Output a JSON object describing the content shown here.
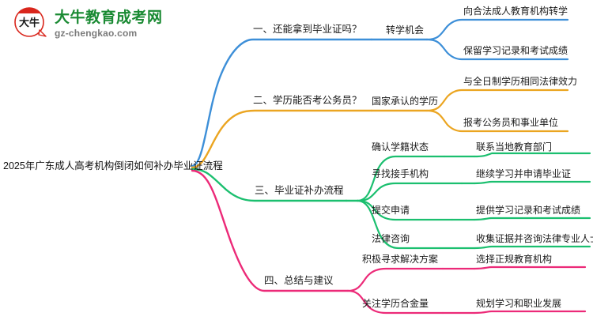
{
  "logo": {
    "icon": "dianiu-circular-badge-icon",
    "title": "大牛教育成考网",
    "domain": "gz-chengkao.com",
    "brand_green": "#1a8a33",
    "brand_red": "#d9261c"
  },
  "mindmap": {
    "root": {
      "label": "2025年广东成人高考机构倒闭如何补办毕业证流程"
    },
    "branches": [
      {
        "color": "#3d8fd8",
        "label": "一、还能拿到毕业证吗？",
        "children": [
          {
            "label": "转学机会",
            "children": [
              {
                "label": "向合法成人教育机构转学"
              },
              {
                "label": "保留学习记录和考试成绩"
              }
            ]
          }
        ]
      },
      {
        "color": "#eba521",
        "label": "二、学历能否考公务员？",
        "children": [
          {
            "label": "国家承认的学历",
            "children": [
              {
                "label": "与全日制学历相同法律效力"
              },
              {
                "label": "报考公务员和事业单位"
              }
            ]
          }
        ]
      },
      {
        "color": "#1bbf6f",
        "label": "三、毕业证补办流程",
        "children": [
          {
            "label": "确认学籍状态",
            "children": [
              {
                "label": "联系当地教育部门"
              }
            ]
          },
          {
            "label": "寻找接手机构",
            "children": [
              {
                "label": "继续学习并申请毕业证"
              }
            ]
          },
          {
            "label": "提交申请",
            "children": [
              {
                "label": "提供学习记录和考试成绩"
              }
            ]
          },
          {
            "label": "法律咨询",
            "children": [
              {
                "label": "收集证据并咨询法律专业人士"
              }
            ]
          }
        ]
      },
      {
        "color": "#ec2a78",
        "label": "四、总结与建议",
        "children": [
          {
            "label": "积极寻求解决方案",
            "children": [
              {
                "label": "选择正规教育机构"
              }
            ]
          },
          {
            "label": "关注学历合金量",
            "children": [
              {
                "label": "规划学习和职业发展"
              }
            ]
          }
        ]
      }
    ]
  }
}
